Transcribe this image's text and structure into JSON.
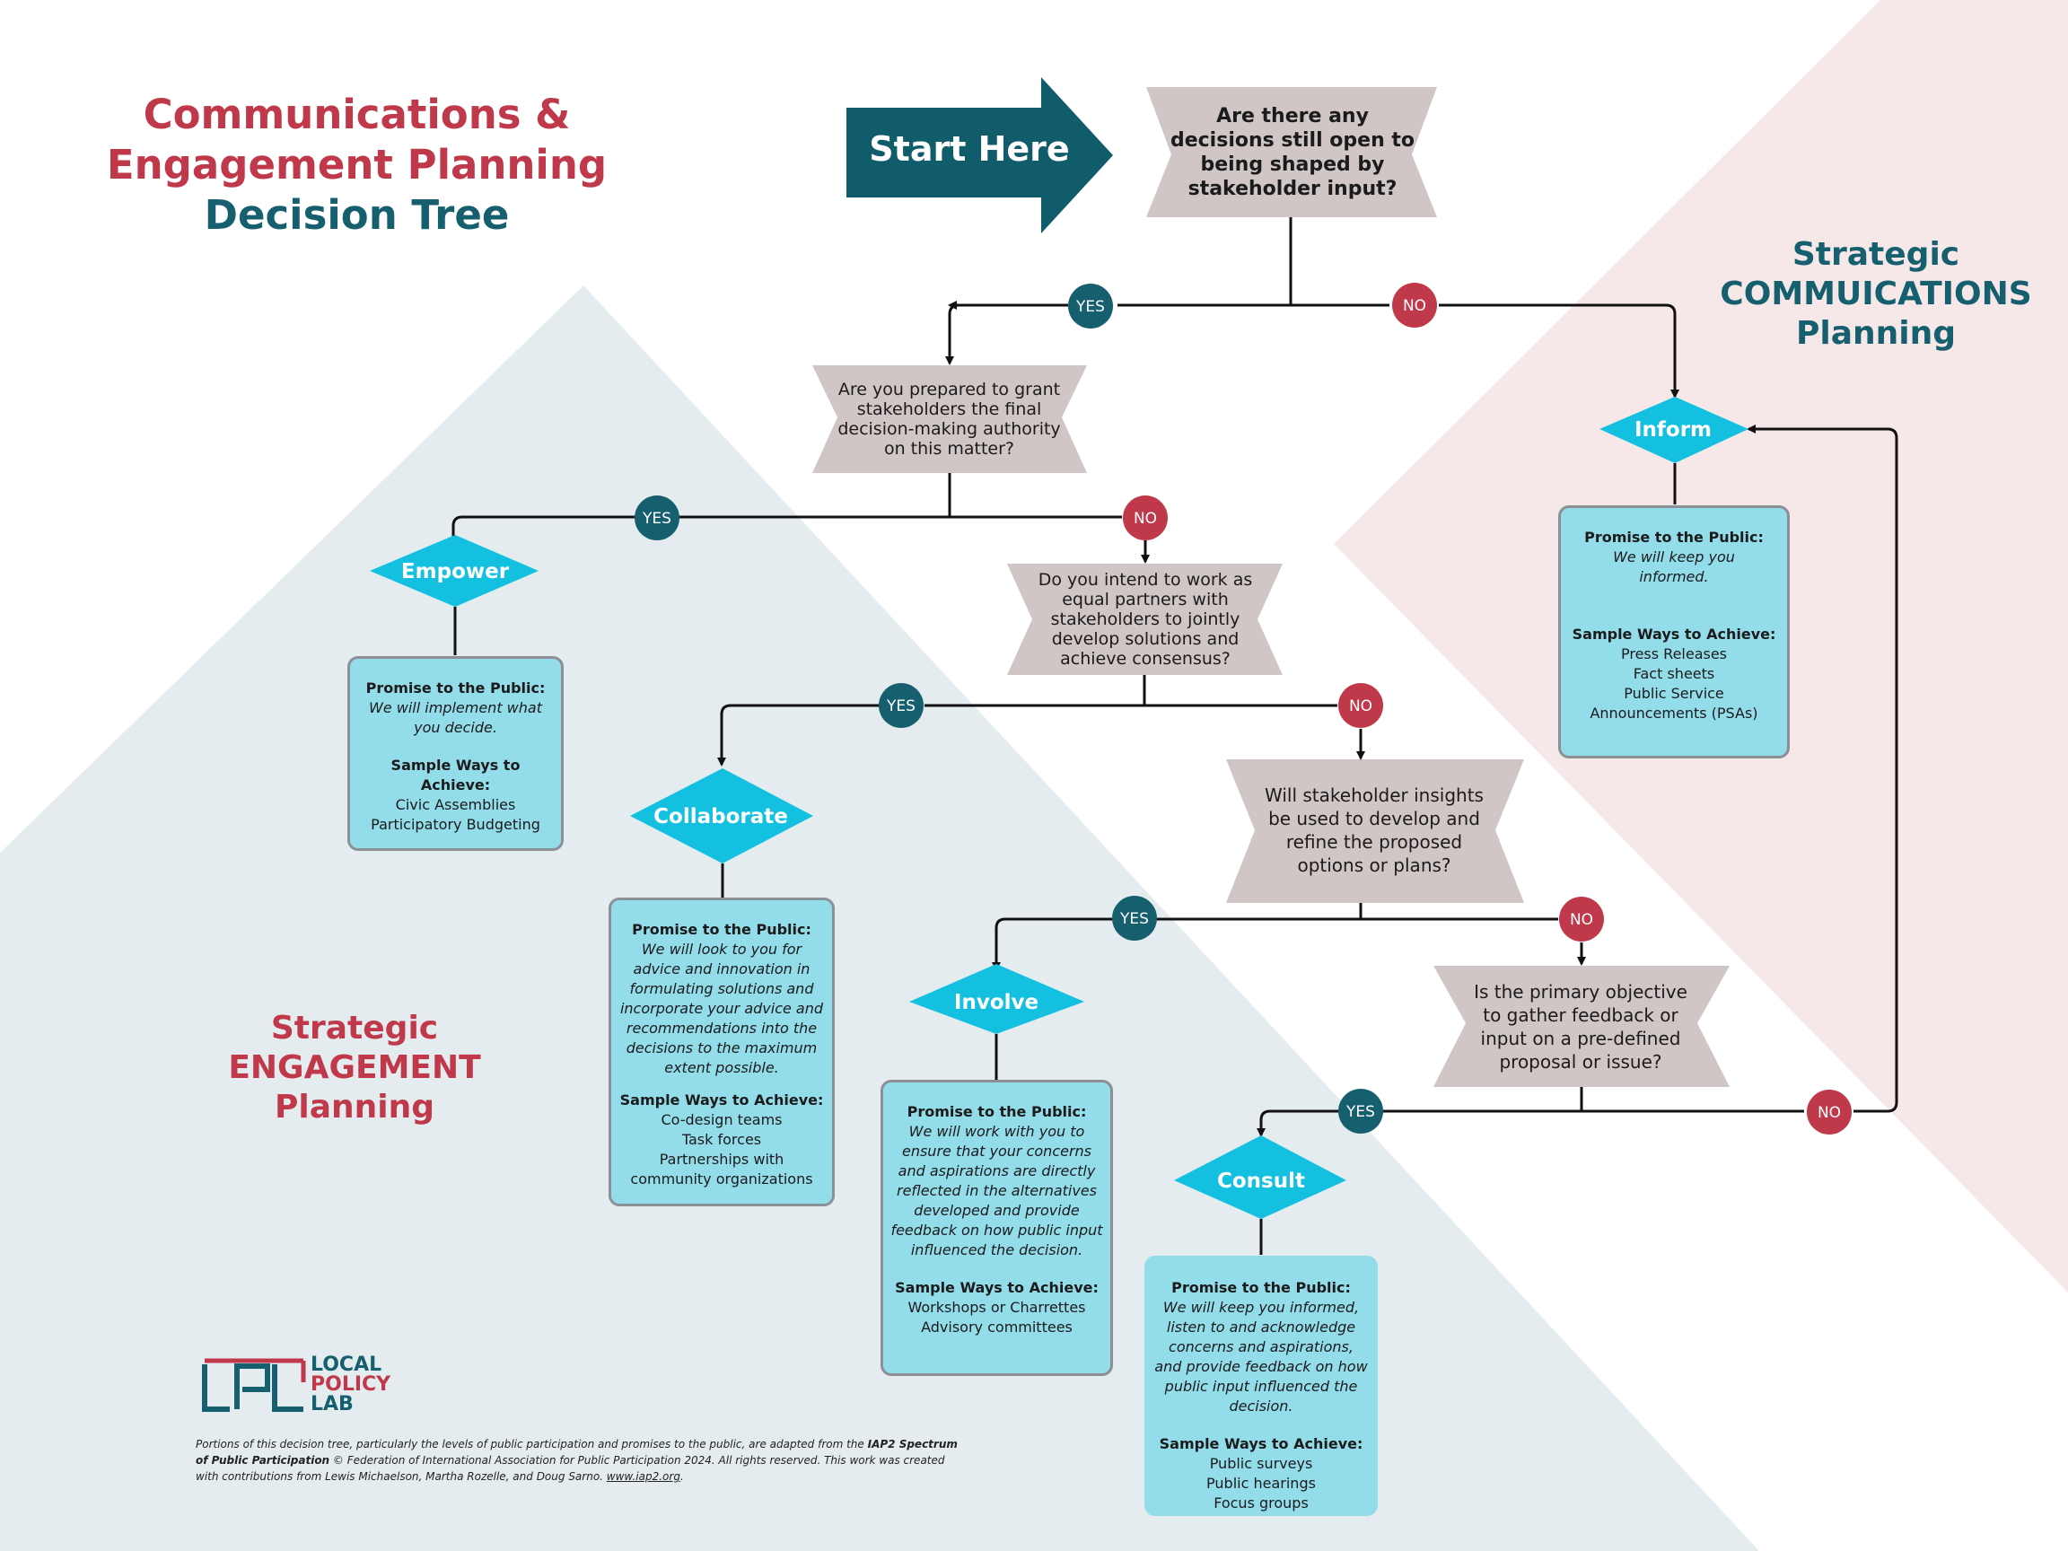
{
  "title": {
    "line1": "Communications &",
    "line2": "Engagement Planning",
    "line3": "Decision Tree"
  },
  "start": "Start Here",
  "questions": {
    "q1": "Are there any decisions still open to being shaped by stakeholder input?",
    "q2": "Are you prepared to grant stakeholders the final decision-making authority on this matter?",
    "q3": "Do you intend to work as equal partners with stakeholders to jointly develop solutions and achieve consensus?",
    "q4": "Will stakeholder insights be used to develop and refine the proposed options or plans?",
    "q5": "Is the primary objective to gather feedback or input on a pre-defined proposal or issue?"
  },
  "answers": {
    "yes": "YES",
    "no": "NO"
  },
  "levels": {
    "inform": {
      "label": "Inform",
      "promise_title": "Promise to the Public:",
      "promise": "We will keep you informed.",
      "ways_title": "Sample Ways to Achieve:",
      "ways": [
        "Press Releases",
        "Fact sheets",
        "Public Service Announcements (PSAs)"
      ]
    },
    "empower": {
      "label": "Empower",
      "promise_title": "Promise to the Public:",
      "promise": "We will implement what you decide.",
      "ways_title": "Sample Ways to Achieve:",
      "ways": [
        "Civic Assemblies",
        "Participatory Budgeting"
      ]
    },
    "collaborate": {
      "label": "Collaborate",
      "promise_title": "Promise to the Public:",
      "promise": "We will look to you for advice and innovation in formulating solutions and incorporate your advice and recommendations into the decisions to the maximum extent possible.",
      "ways_title": "Sample Ways to Achieve:",
      "ways": [
        "Co-design teams",
        "Task forces",
        "Partnerships with community organizations"
      ]
    },
    "involve": {
      "label": "Involve",
      "promise_title": "Promise to the Public:",
      "promise": "We will work with you to ensure that your concerns and aspirations are directly reflected in the alternatives developed and provide feedback on how public input influenced the decision.",
      "ways_title": "Sample Ways to Achieve:",
      "ways": [
        "Workshops or Charrettes",
        "Advisory committees"
      ]
    },
    "consult": {
      "label": "Consult",
      "promise_title": "Promise to the Public:",
      "promise": "We will keep you informed, listen to and acknowledge concerns and aspirations, and provide feedback on how public input influenced the decision.",
      "ways_title": "Sample Ways to Achieve:",
      "ways": [
        "Public surveys",
        "Public hearings",
        "Focus groups"
      ]
    }
  },
  "regions": {
    "communications": "Strategic COMMUICATIONS Planning",
    "engagement": "Strategic ENGAGEMENT Planning"
  },
  "logo": {
    "mark": "LPL",
    "line1": "LOCAL",
    "line2": "POLICY",
    "line3": "LAB"
  },
  "footer": {
    "part1": "Portions of this decision tree, particularly the levels of public participation and promises to the public, are adapted from the ",
    "bold": "IAP2 Spectrum of Public Participation",
    "part2": " © Federation of International Association for Public Participation 2024. All rights reserved. This work was created with contributions from Lewis Michaelson, Martha Rozelle, and Doug Sarno. ",
    "link": "www.iap2.org",
    "part3": "."
  },
  "colors": {
    "red": "#c0394b",
    "teal": "#165f6e",
    "cyan": "#14c0e0",
    "question_fill": "#d0c6c6",
    "box_fill": "#93dcea",
    "engagement_bg": "#e4ecef",
    "communications_bg": "#f6e8e9"
  }
}
